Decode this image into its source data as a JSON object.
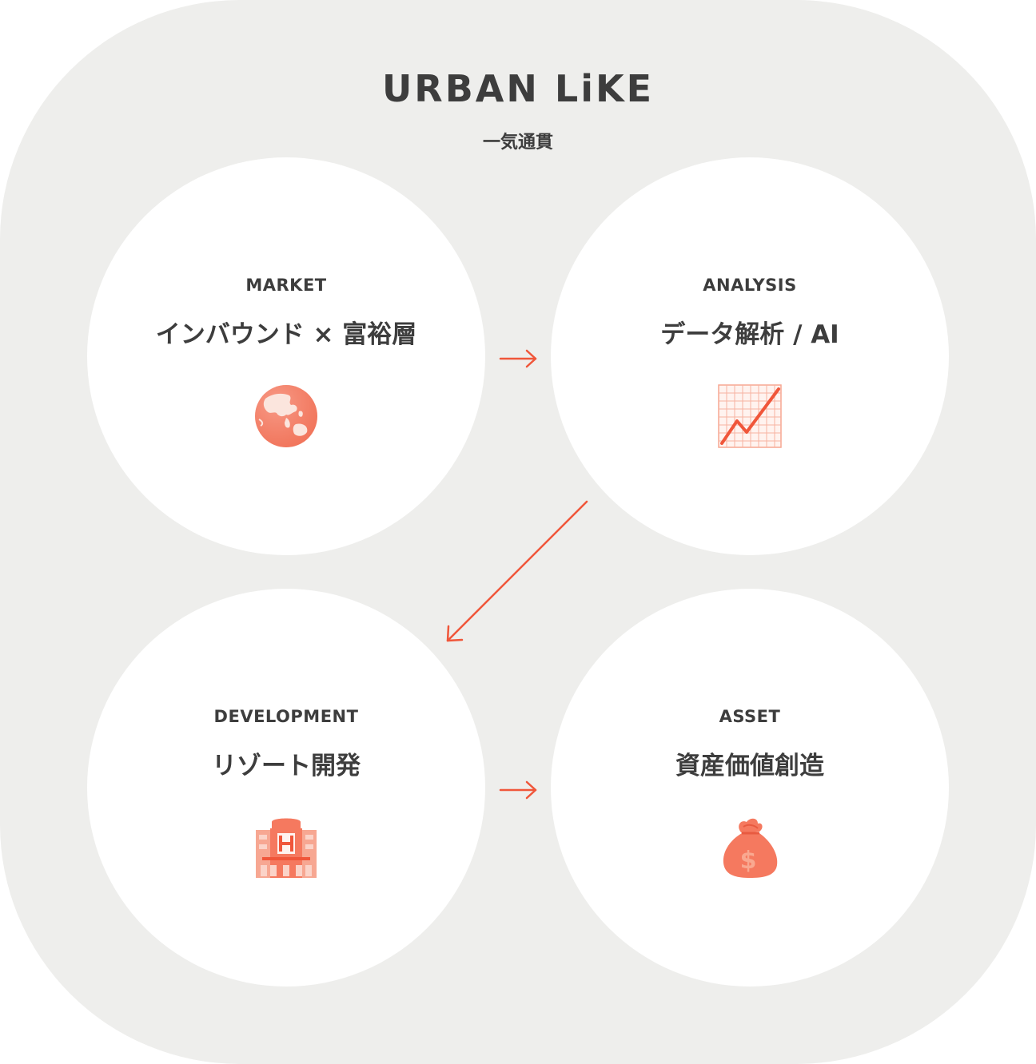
{
  "brand": "URBAN LiKE",
  "tagline": "一気通貫",
  "accent_color": "#f0563a",
  "icon_color": "#f5795f",
  "nodes": [
    {
      "label": "MARKET",
      "heading": "インバウンド × 富裕層",
      "icon": "globe-icon"
    },
    {
      "label": "ANALYSIS",
      "heading": "データ解析 / AI",
      "icon": "chart-increasing-icon"
    },
    {
      "label": "DEVELOPMENT",
      "heading": "リゾート開発",
      "icon": "hotel-icon"
    },
    {
      "label": "ASSET",
      "heading": "資産価値創造",
      "icon": "money-bag-icon"
    }
  ],
  "flow": [
    "MARKET → ANALYSIS",
    "ANALYSIS → DEVELOPMENT",
    "DEVELOPMENT → ASSET"
  ]
}
